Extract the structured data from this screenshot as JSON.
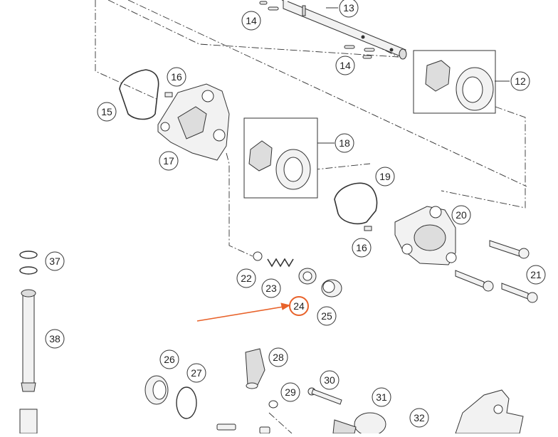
{
  "callouts": [
    {
      "id": "c12",
      "label": "12"
    },
    {
      "id": "c13",
      "label": "13"
    },
    {
      "id": "c14a",
      "label": "14"
    },
    {
      "id": "c14b",
      "label": "14"
    },
    {
      "id": "c15",
      "label": "15"
    },
    {
      "id": "c16a",
      "label": "16"
    },
    {
      "id": "c16b",
      "label": "16"
    },
    {
      "id": "c17",
      "label": "17"
    },
    {
      "id": "c18",
      "label": "18"
    },
    {
      "id": "c19",
      "label": "19"
    },
    {
      "id": "c20",
      "label": "20"
    },
    {
      "id": "c21",
      "label": "21"
    },
    {
      "id": "c22",
      "label": "22"
    },
    {
      "id": "c23",
      "label": "23"
    },
    {
      "id": "c24",
      "label": "24",
      "highlighted": true
    },
    {
      "id": "c25",
      "label": "25"
    },
    {
      "id": "c26",
      "label": "26"
    },
    {
      "id": "c27",
      "label": "27"
    },
    {
      "id": "c28",
      "label": "28"
    },
    {
      "id": "c29",
      "label": "29"
    },
    {
      "id": "c30",
      "label": "30"
    },
    {
      "id": "c31",
      "label": "31"
    },
    {
      "id": "c32",
      "label": "32"
    },
    {
      "id": "c37",
      "label": "37"
    },
    {
      "id": "c38",
      "label": "38"
    }
  ],
  "colors": {
    "line": "#333333",
    "part_fill": "#f2f2f2",
    "part_shade": "#c8c8c8",
    "highlight": "#e8622a"
  }
}
